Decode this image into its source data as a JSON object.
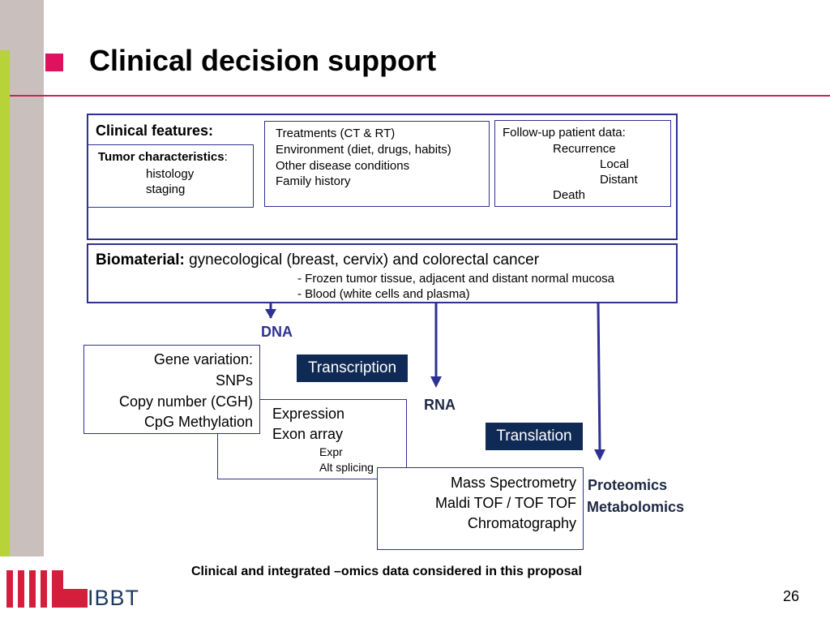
{
  "slide": {
    "title": "Clinical decision support",
    "page_number": "26",
    "caption": "Clinical and integrated –omics data considered in this proposal",
    "logo_text": "IBBT"
  },
  "clinical": {
    "heading": "Clinical features:",
    "tumor": {
      "heading": "Tumor characteristics",
      "heading_suffix": ":",
      "items": [
        "histology",
        "staging"
      ]
    },
    "treatments": [
      "Treatments (CT & RT)",
      "Environment (diet, drugs, habits)",
      "Other disease conditions",
      "Family history"
    ],
    "followup": {
      "heading": "Follow-up patient data:",
      "recurrence": "Recurrence",
      "local": "Local",
      "distant": "Distant",
      "death": "Death"
    }
  },
  "biomaterial": {
    "label": "Biomaterial:",
    "text": " gynecological (breast, cervix) and colorectal cancer",
    "items": [
      "- Frozen tumor tissue, adjacent and distant normal mucosa",
      "- Blood (white cells and plasma)"
    ]
  },
  "flow": {
    "dna": "DNA",
    "rna": "RNA",
    "transcription": "Transcription",
    "translation": "Translation",
    "proteomics": "Proteomics",
    "metabolomics": "Metabolomics"
  },
  "gene_box": [
    "Gene variation:",
    "SNPs",
    "Copy number (CGH)",
    "CpG Methylation"
  ],
  "expression_box": {
    "lines": [
      "Expression",
      "Exon array"
    ],
    "sub": [
      "Expr",
      "Alt splicing"
    ]
  },
  "mass_box": [
    "Mass Spectrometry",
    "Maldi TOF / TOF TOF",
    "Chromatography"
  ],
  "colors": {
    "accent": "#e0115f",
    "frame": "#2e3192",
    "tag_bg": "#0f2a55",
    "green": "#b8d23a",
    "gray": "#c9bfbd"
  }
}
